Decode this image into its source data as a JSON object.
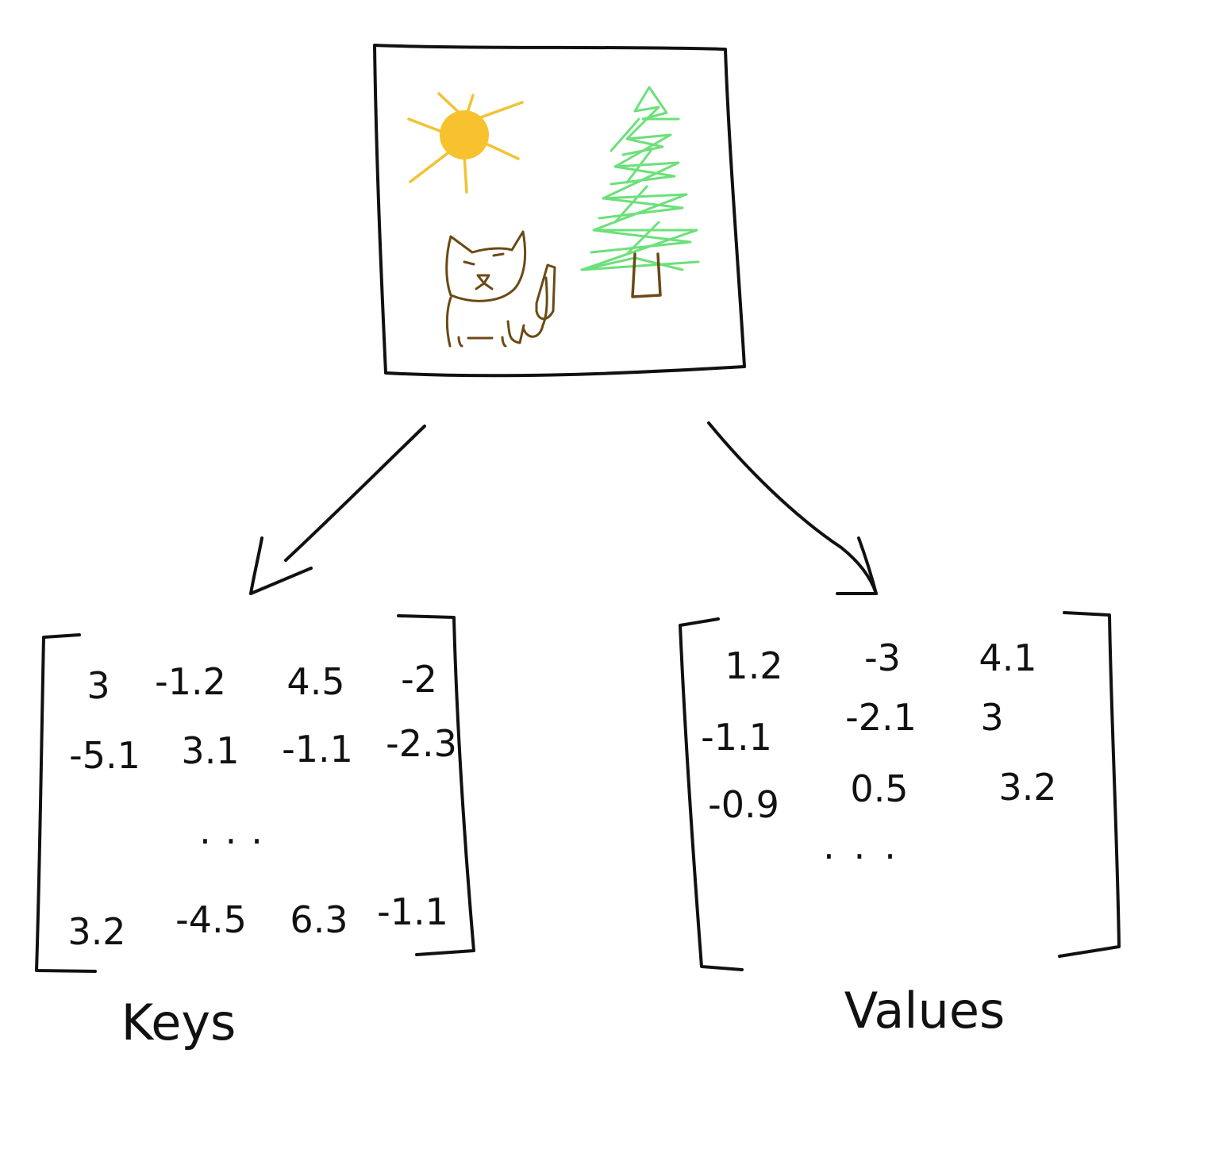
{
  "picture": {
    "elements": [
      "sun",
      "cat",
      "pine-tree"
    ],
    "colors": {
      "sun": "#F7C22E",
      "sun_rays": "#F2C233",
      "tree": "#6CE07A",
      "trunk": "#6B4A14",
      "cat": "#6B4A14",
      "ink": "#111111"
    }
  },
  "keys": {
    "label": "Keys",
    "rows": [
      [
        "3",
        "-1.2",
        "4.5",
        "-2"
      ],
      [
        "-5.1",
        "3.1",
        "-1.1",
        "-2.3"
      ],
      [
        "3.2",
        "-4.5",
        "6.3",
        "-1.1"
      ]
    ],
    "ellipsis": "..."
  },
  "values": {
    "label": "Values",
    "rows": [
      [
        "1.2",
        "-3",
        "4.1"
      ],
      [
        "-1.1",
        "-2.1",
        "3"
      ],
      [
        "-0.9",
        "0.5",
        "3.2"
      ]
    ],
    "ellipsis": "..."
  }
}
